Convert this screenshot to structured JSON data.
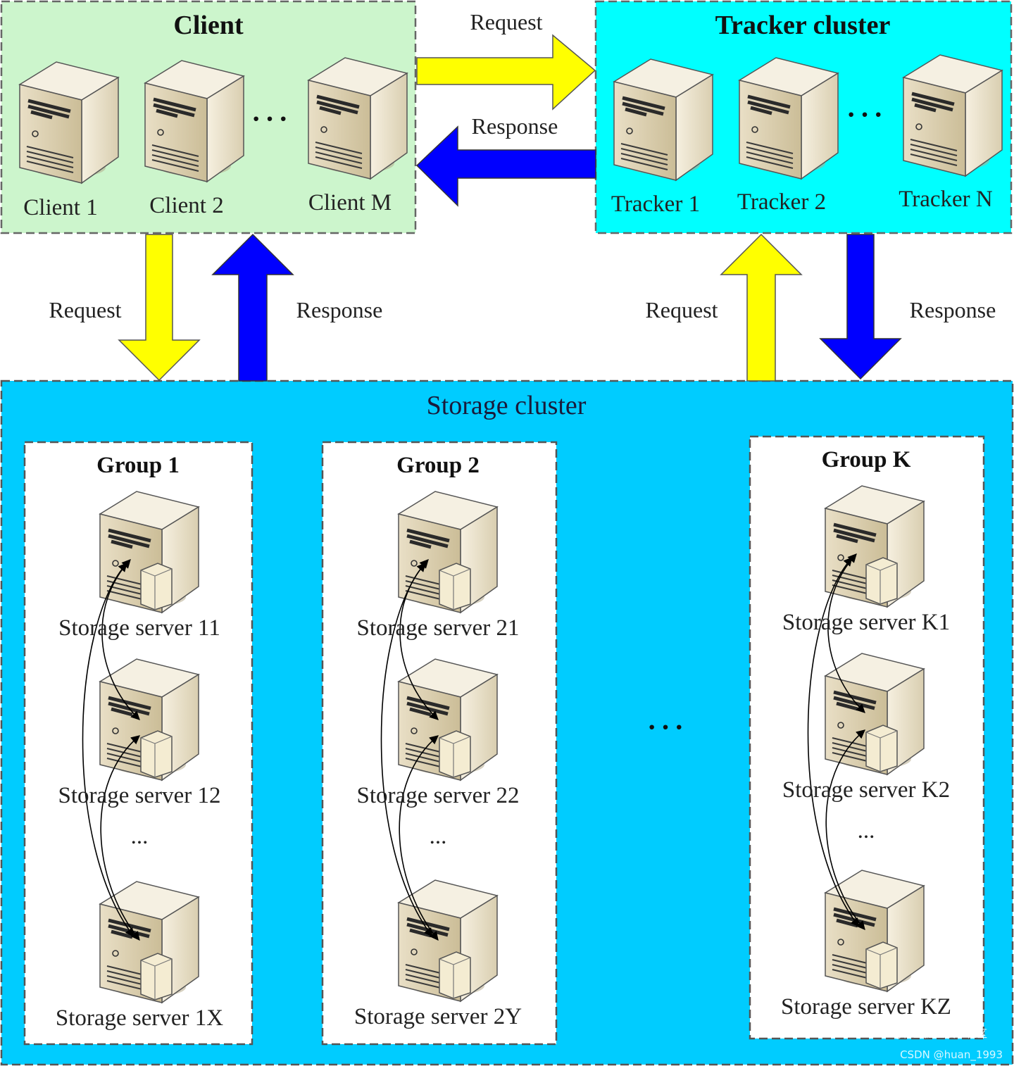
{
  "client_cluster": {
    "title": "Client",
    "nodes": [
      "Client 1",
      "Client 2",
      "Client M"
    ],
    "ellipsis": "···"
  },
  "tracker_cluster": {
    "title": "Tracker cluster",
    "nodes": [
      "Tracker 1",
      "Tracker 2",
      "Tracker N"
    ],
    "ellipsis": "···"
  },
  "storage_cluster": {
    "title": "Storage cluster",
    "groups": [
      {
        "title": "Group 1",
        "servers": [
          "Storage server 11",
          "Storage server 12",
          "Storage server 1X"
        ],
        "ellipsis": "..."
      },
      {
        "title": "Group 2",
        "servers": [
          "Storage server 21",
          "Storage server 22",
          "Storage server 2Y"
        ],
        "ellipsis": "..."
      },
      {
        "title": "Group K",
        "servers": [
          "Storage server K1",
          "Storage server K2",
          "Storage server KZ"
        ],
        "ellipsis": "..."
      }
    ],
    "between_groups_ellipsis": "···"
  },
  "arrows": {
    "client_to_tracker": "Request",
    "tracker_to_client": "Response",
    "client_to_storage": "Request",
    "storage_to_client": "Response",
    "storage_to_tracker": "Request",
    "tracker_to_storage": "Response"
  },
  "colors": {
    "client_bg": "#ccf5cc",
    "tracker_bg": "#00ffff",
    "storage_bg": "#00ccff",
    "group_bg": "#ffffff",
    "request_arrow": "#ffff00",
    "response_arrow": "#0000ff"
  },
  "watermark": {
    "line1": "@稀土掘金技术社区",
    "line2": "CSDN @huan_1993"
  }
}
